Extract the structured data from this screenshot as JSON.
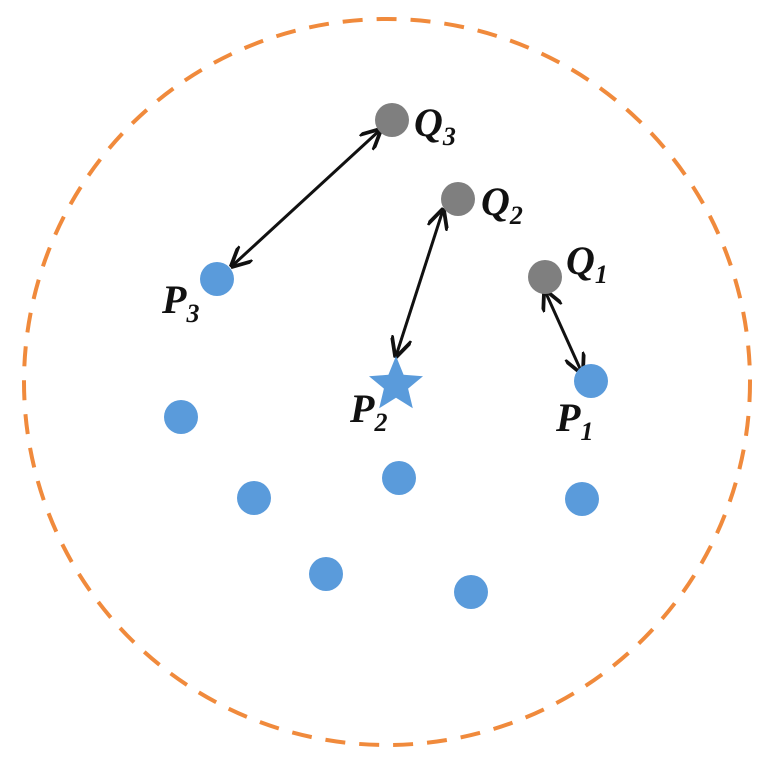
{
  "colors": {
    "boundary": "#f08a3c",
    "p_point": "#5a9bdb",
    "q_point": "#7f7f7f",
    "arrow": "#111111"
  },
  "labels": {
    "q3": {
      "main": "Q",
      "sub": "3"
    },
    "q2": {
      "main": "Q",
      "sub": "2"
    },
    "q1": {
      "main": "Q",
      "sub": "1"
    },
    "p3": {
      "main": "P",
      "sub": "3"
    },
    "p2": {
      "main": "P",
      "sub": "2"
    },
    "p1": {
      "main": "P",
      "sub": "1"
    }
  },
  "icons": {
    "p2_marker": "star-icon"
  }
}
